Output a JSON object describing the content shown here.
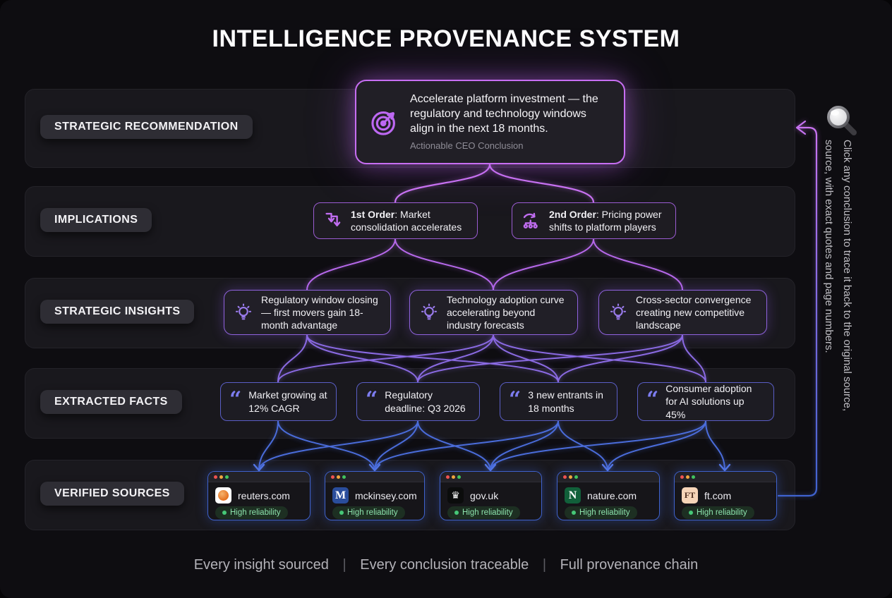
{
  "title": "INTELLIGENCE PROVENANCE SYSTEM",
  "layers": {
    "recommendation": {
      "label": "STRATEGIC RECOMMENDATION",
      "icon": "target-icon",
      "text": "Accelerate platform investment — the regulatory and technology windows align in the next 18 months.",
      "subtext": "Actionable CEO Conclusion"
    },
    "implications": {
      "label": "IMPLICATIONS",
      "cards": [
        {
          "icon": "cascade-arrows-icon",
          "prefix": "1st Order",
          "rest": ": Market consolidation accelerates"
        },
        {
          "icon": "branch-arrow-icon",
          "prefix": "2nd Order",
          "rest": ": Pricing power shifts to platform players"
        }
      ]
    },
    "insights": {
      "label": "STRATEGIC INSIGHTS",
      "cards": [
        {
          "icon": "lightbulb-icon",
          "text": "Regulatory window closing — first movers gain 18-month advantage"
        },
        {
          "icon": "lightbulb-icon",
          "text": "Technology adoption curve accelerating beyond industry forecasts"
        },
        {
          "icon": "lightbulb-icon",
          "text": "Cross-sector convergence creating new competitive landscape"
        }
      ]
    },
    "facts": {
      "label": "EXTRACTED FACTS",
      "quote_mark": "“",
      "cards": [
        {
          "text": "Market growing at 12% CAGR"
        },
        {
          "text": "Regulatory deadline: Q3 2026"
        },
        {
          "text": "3 new entrants in 18 months"
        },
        {
          "text": "Consumer adoption for AI solutions up 45%"
        }
      ]
    },
    "sources": {
      "label": "VERIFIED SOURCES",
      "badge_label": "High reliability",
      "cards": [
        {
          "domain": "reuters.com",
          "favicon": "reuters-favicon",
          "letter": ""
        },
        {
          "domain": "mckinsey.com",
          "favicon": "mckinsey-favicon",
          "letter": "M"
        },
        {
          "domain": "gov.uk",
          "favicon": "govuk-favicon",
          "letter": "♛"
        },
        {
          "domain": "nature.com",
          "favicon": "nature-favicon",
          "letter": "N"
        },
        {
          "domain": "ft.com",
          "favicon": "ft-favicon",
          "letter": "FT"
        }
      ]
    }
  },
  "side_note": {
    "line1": "Click any conclusion to trace it back to the original source,",
    "line2": "source, with exact quotes and page numbers."
  },
  "footer": {
    "separator": "|",
    "items": [
      "Every insight sourced",
      "Every conclusion traceable",
      "Full provenance chain"
    ]
  },
  "colors": {
    "purple": "#c873f2",
    "violet": "#8a6ae2",
    "indigo": "#5a5ec6",
    "blue": "#4a6cda",
    "green": "#46c878"
  }
}
